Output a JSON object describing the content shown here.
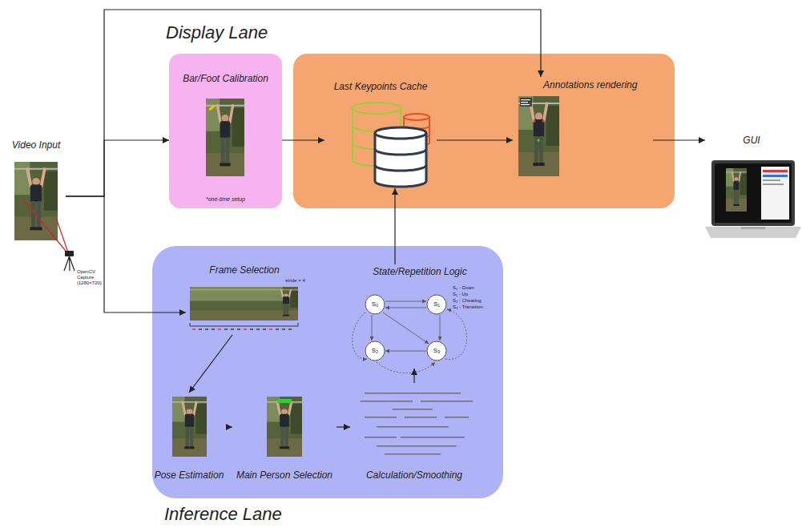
{
  "diagram": {
    "nodes": [
      {
        "text": [
          "Video Input"
        ]
      },
      {
        "text": [
          "Bar/Foot Calibration",
          "*one-time setup"
        ]
      },
      {
        "text": [
          "Last Keypoints Cache"
        ]
      },
      {
        "text": [
          "Annotations rendering"
        ]
      },
      {
        "text": [
          "GUI"
        ]
      },
      {
        "text": [
          "Inference Lane"
        ]
      },
      {
        "text": [
          "Frame Selection"
        ],
        "in": 5
      },
      {
        "text": [
          "State/Repetition Logic"
        ],
        "in": 5
      },
      {
        "text": [
          "Pose Estimation"
        ],
        "in": 5
      },
      {
        "text": [
          "Main Person Selection"
        ],
        "in": 5
      },
      {
        "text": [
          "Calculation/Smoothing"
        ],
        "in": 5
      }
    ],
    "edges": [
      {
        "from": 0,
        "to": 1,
        "arrow": "to"
      },
      {
        "from": 0,
        "to": 3,
        "arrow": "to"
      },
      {
        "from": 0,
        "to": 6,
        "arrow": "to"
      },
      {
        "from": 1,
        "to": 2,
        "arrow": "to"
      },
      {
        "from": 2,
        "to": 3,
        "arrow": "to"
      },
      {
        "from": 3,
        "to": 4,
        "arrow": "to"
      },
      {
        "from": 6,
        "to": 8,
        "arrow": "to"
      },
      {
        "from": 8,
        "to": 9,
        "arrow": "to"
      },
      {
        "from": 9,
        "to": 10,
        "arrow": "to"
      },
      {
        "from": 10,
        "to": 7,
        "arrow": "to"
      },
      {
        "from": 7,
        "to": 2,
        "arrow": "to"
      }
    ],
    "labels": [
      "Display Lane",
      "OpenCV Capture (1280×720)",
      "stride = 4",
      "S₀",
      "S₁",
      "S₂",
      "S₃",
      "S₀ - Down",
      "S₁ - Up",
      "S₂ - Cheating",
      "S₃ - Transition"
    ]
  }
}
